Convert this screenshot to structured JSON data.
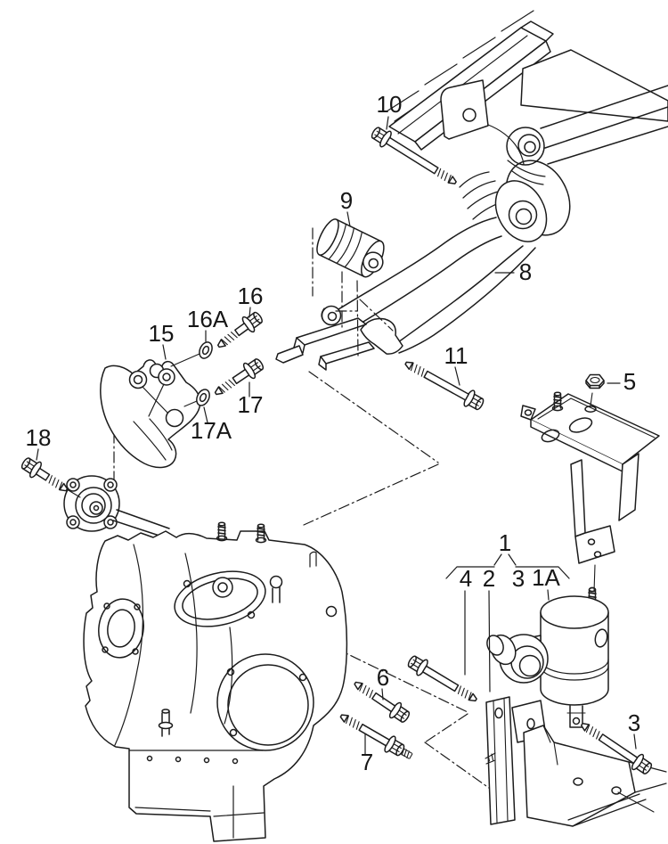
{
  "diagram": {
    "title": "exploded-parts-diagram",
    "colors": {
      "line": "#1c1c1c",
      "background": "#ffffff"
    },
    "callouts": {
      "c1": {
        "label": "1"
      },
      "c1a": {
        "label": "1A"
      },
      "c2": {
        "label": "2"
      },
      "c3": {
        "label": "3"
      },
      "c3b": {
        "label": "3"
      },
      "c4": {
        "label": "4"
      },
      "c5": {
        "label": "5"
      },
      "c6": {
        "label": "6"
      },
      "c7": {
        "label": "7"
      },
      "c8": {
        "label": "8"
      },
      "c9": {
        "label": "9"
      },
      "c10": {
        "label": "10"
      },
      "c11": {
        "label": "11"
      },
      "c15": {
        "label": "15"
      },
      "c16": {
        "label": "16"
      },
      "c16a": {
        "label": "16A"
      },
      "c17": {
        "label": "17"
      },
      "c17a": {
        "label": "17A"
      },
      "c18": {
        "label": "18"
      }
    }
  }
}
